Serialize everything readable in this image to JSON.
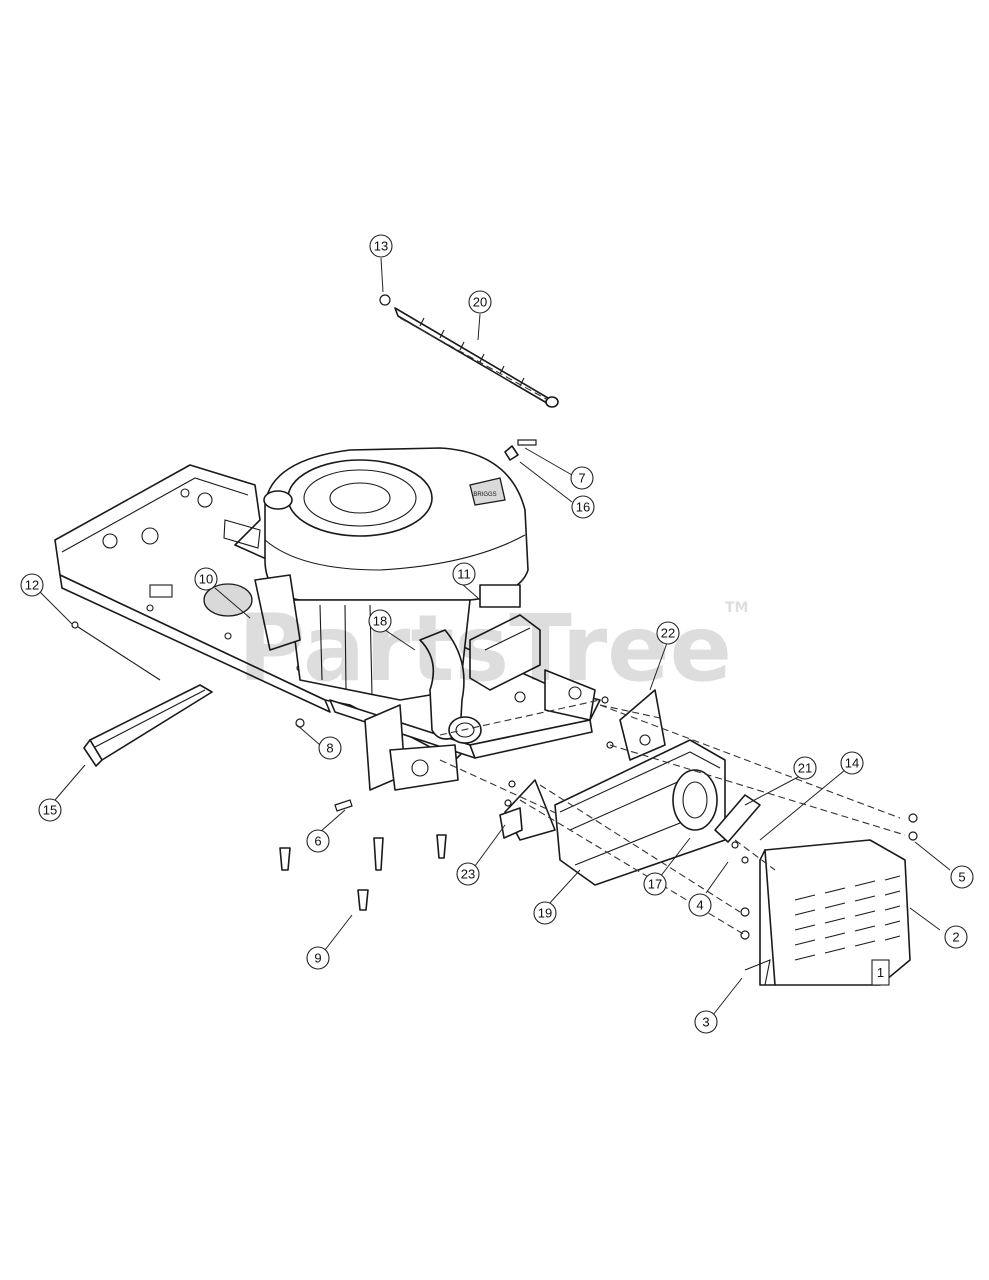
{
  "watermark": {
    "text": "PartsTree",
    "tm": "TM"
  },
  "callouts": [
    {
      "id": "c1",
      "label": "1"
    },
    {
      "id": "c2",
      "label": "2"
    },
    {
      "id": "c3",
      "label": "3"
    },
    {
      "id": "c4",
      "label": "4"
    },
    {
      "id": "c5",
      "label": "5"
    },
    {
      "id": "c6",
      "label": "6"
    },
    {
      "id": "c7",
      "label": "7"
    },
    {
      "id": "c8",
      "label": "8"
    },
    {
      "id": "c9",
      "label": "9"
    },
    {
      "id": "c10",
      "label": "10"
    },
    {
      "id": "c11",
      "label": "11"
    },
    {
      "id": "c12",
      "label": "12"
    },
    {
      "id": "c13",
      "label": "13"
    },
    {
      "id": "c14",
      "label": "14"
    },
    {
      "id": "c15",
      "label": "15"
    },
    {
      "id": "c16",
      "label": "16"
    },
    {
      "id": "c17",
      "label": "17"
    },
    {
      "id": "c18",
      "label": "18"
    },
    {
      "id": "c19",
      "label": "19"
    },
    {
      "id": "c20",
      "label": "20"
    },
    {
      "id": "c21",
      "label": "21"
    },
    {
      "id": "c22",
      "label": "22"
    },
    {
      "id": "c23",
      "label": "23"
    }
  ],
  "engine_badge": {
    "text": "BRIGGS"
  }
}
